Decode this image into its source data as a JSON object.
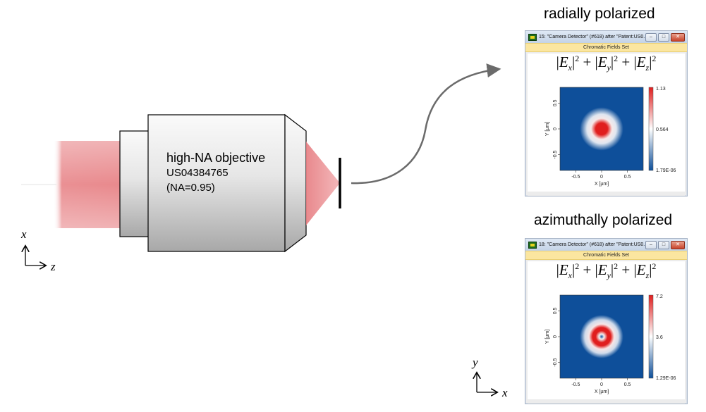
{
  "objective": {
    "name": "high-NA objective",
    "patent": "US04384765",
    "na": "(NA=0.95)"
  },
  "axes_left": {
    "vertical": "x",
    "horizontal": "z"
  },
  "axes_bottom": {
    "vertical": "y",
    "horizontal": "x"
  },
  "colors": {
    "beam": "#e67c80",
    "field_high": "#e01e1e",
    "field_low": "#0e4f9a",
    "window_band": "#fbe6a0"
  },
  "panels": [
    {
      "caption": "radially polarized",
      "window_title": "15: \"Camera Detector\" (#618) after \"Patent:US0...",
      "band": "Chromatic Fields Set",
      "formula": "|Ex|² + |Ey|² + |Ez|²",
      "colorbar": {
        "max": "1.13",
        "mid": "0.564",
        "min": "1.79E-06"
      },
      "x_ticks": [
        "-0.5",
        "0",
        "0.5"
      ],
      "y_ticks": [
        "0.5",
        "0",
        "-0.5"
      ],
      "xlabel": "X [µm]",
      "ylabel": "Y [µm]",
      "pattern": "spot"
    },
    {
      "caption": "azimuthally polarized",
      "window_title": "18: \"Camera Detector\" (#618) after \"Patent:US0...",
      "band": "Chromatic Fields Set",
      "formula": "|Ex|² + |Ey|² + |Ez|²",
      "colorbar": {
        "max": "7.2",
        "mid": "3.6",
        "min": "1.29E-06"
      },
      "x_ticks": [
        "-0.5",
        "0",
        "0.5"
      ],
      "y_ticks": [
        "0.5",
        "0",
        "-0.5"
      ],
      "xlabel": "X [µm]",
      "ylabel": "Y [µm]",
      "pattern": "donut"
    }
  ]
}
